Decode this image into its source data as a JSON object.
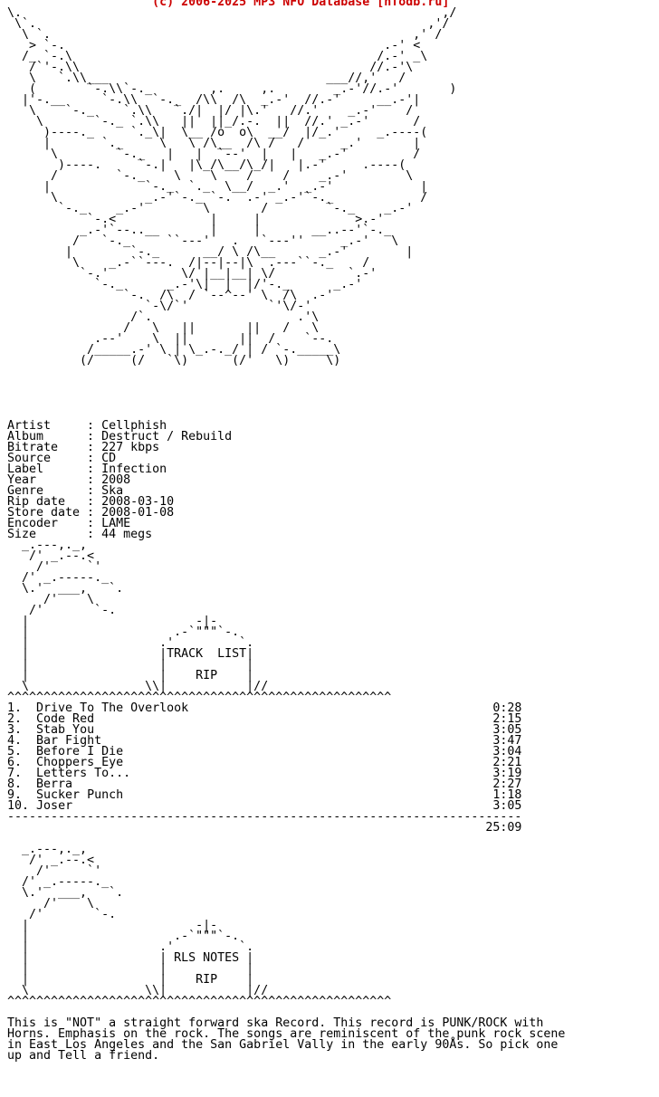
{
  "banner": "                    (c) 2006-2025 MP3 NFO Database [nfodb.ru]",
  "art_top": "\\.                                                          ,/\n \\`.                                                      ,'/\n  \\ `.                                                  ,' /\n   > `-.                                            .-' <\n  /_ `-.\\                                          /.-' _\\\n   /`'-.\\\\                                        //.-'\\\n   \\   `.\\\\___                              ___//,'   /\n   (       `-.\\\\`-._        ,.     ,.        _.-'//.-'       )\n  |'-.__     `-.\\\\  `-._  /\\\\  /\\  _.-'  //.-'     __.-'|\n   \\    `-._    `.\\\\   `./|  |/ |\\.'   //.'    _.-'    /\n    \\       `-._ `.\\\\   ||  ||_/.-.  ||  //.' _.-'      /\n     )----._     `._\\|  \\__ /o  o\\  __/  |/_.'     _.----(\n     |       `._     \\   \\ /\\__  /\\ /   /     _.'       |\n      \\        `-._   |   |  `--'  |   |   _.-'         /\n       )----.     `-.|   |\\_/\\__/\\_/|   |.-'     .----(\n      /        `-._    \\    \\    /    /    _.-'        \\\n     |             `-._  `._  \\__/  _.'  _.-'            |\n      \\            _.-'`-._ `-.  .-' _.-'`-._            /\n       `-._    _.-'        \\       /        `-._    _.-'\n           `-.<             |     |             >.-'\n          _.-'`--..__       |     |       __..--'`-._\n         /   `-._     ``---'   .   `---''     _.-'   \\\n        |        `-._      __/ \\ /\\__      _.-'        |\n         \\    _.-``---.  /|--|--|\\  .---``-._    /\n          `-.'          \\/ |__|__| \\/          `.-'\n            `-._      _.-'\\|  |  |/'-._      _.-'\n                `-.  /\\  / `--^--' \\  /\\  .-'\n                   `-\\/`'           `'\\/-'\n                 /`.                    .'\\\n                /   \\   ||       ||   /   \\\n            .--'    \\  ||       ||  /    `--.\n           /_____.-' \\ | \\_.-._/ | / `-._____\\\n          (/     (/   `\\)      (/'   \\)     \\)",
  "info_block": "Artist     : Cellphish\nAlbum      : Destruct / Rebuild\nBitrate    : 227 kbps\nSource     : CD\nLabel      : Infection\nYear       : 2008\nGenre      : Ska\nRip date   : 2008-03-10\nStore date : 2008-01-08\nEncoder    : LAME\nSize       : 44 megs",
  "art_tracklist": "  _.---,._,\n   /' _.--.<\n    /'     `'\n  /' _.-----._\n  \\.'  ___,   `.\n     /'    \\\n   /'       `-.\n  |                       -|-\n  |                    .-`\"\"\"`-.\n  |                  .'         `.\n  |                  |TRACK  LIST|\n  |                  |           |\n  |                  |    RIP    |\n  \\                \\\\|           |//\n^^^^^^^^^^^^^^^^^^^^^^^^^^^^^^^^^^^^^^^^^^^^^^^^^^^^^",
  "tracklist": {
    "tracks": [
      {
        "num": "1.",
        "title": "Drive To The Overlook",
        "time": "0:28"
      },
      {
        "num": "2.",
        "title": "Code Red",
        "time": "2:15"
      },
      {
        "num": "3.",
        "title": "Stab You",
        "time": "3:05"
      },
      {
        "num": "4.",
        "title": "Bar Fight",
        "time": "3:47"
      },
      {
        "num": "5.",
        "title": "Before I Die",
        "time": "3:04"
      },
      {
        "num": "6.",
        "title": "Choppers Eye",
        "time": "2:21"
      },
      {
        "num": "7.",
        "title": "Letters To...",
        "time": "3:19"
      },
      {
        "num": "8.",
        "title": "Berra",
        "time": "2:27"
      },
      {
        "num": "9.",
        "title": "Sucker Punch",
        "time": "1:18"
      },
      {
        "num": "10.",
        "title": "Joser",
        "time": "3:05"
      }
    ],
    "separator": "-----------------------------------------------------------------------",
    "total": "25:09"
  },
  "art_notes": "  _.---,._,\n   /' _.--.<\n    /'     `'\n  /' _.-----._\n  \\.'  ___,   `.\n     /'    \\\n   /'       `-.\n  |                       -|-\n  |                    .-`\"\"\"`-.\n  |                  .'         `.\n  |                  | RLS NOTES |\n  |                  |           |\n  |                  |    RIP    |\n  \\                \\\\|           |//\n^^^^^^^^^^^^^^^^^^^^^^^^^^^^^^^^^^^^^^^^^^^^^^^^^^^^^",
  "notes": "This is \"NOT\" a straight forward ska Record. This record is PUNK/ROCK with\nHorns. Emphasis on the rock. The songs are reminiscent of the punk rock scene\nin East Los Angeles and the San Gabriel Vally in the early 90Ås. So pick one\nup and Tell a friend."
}
